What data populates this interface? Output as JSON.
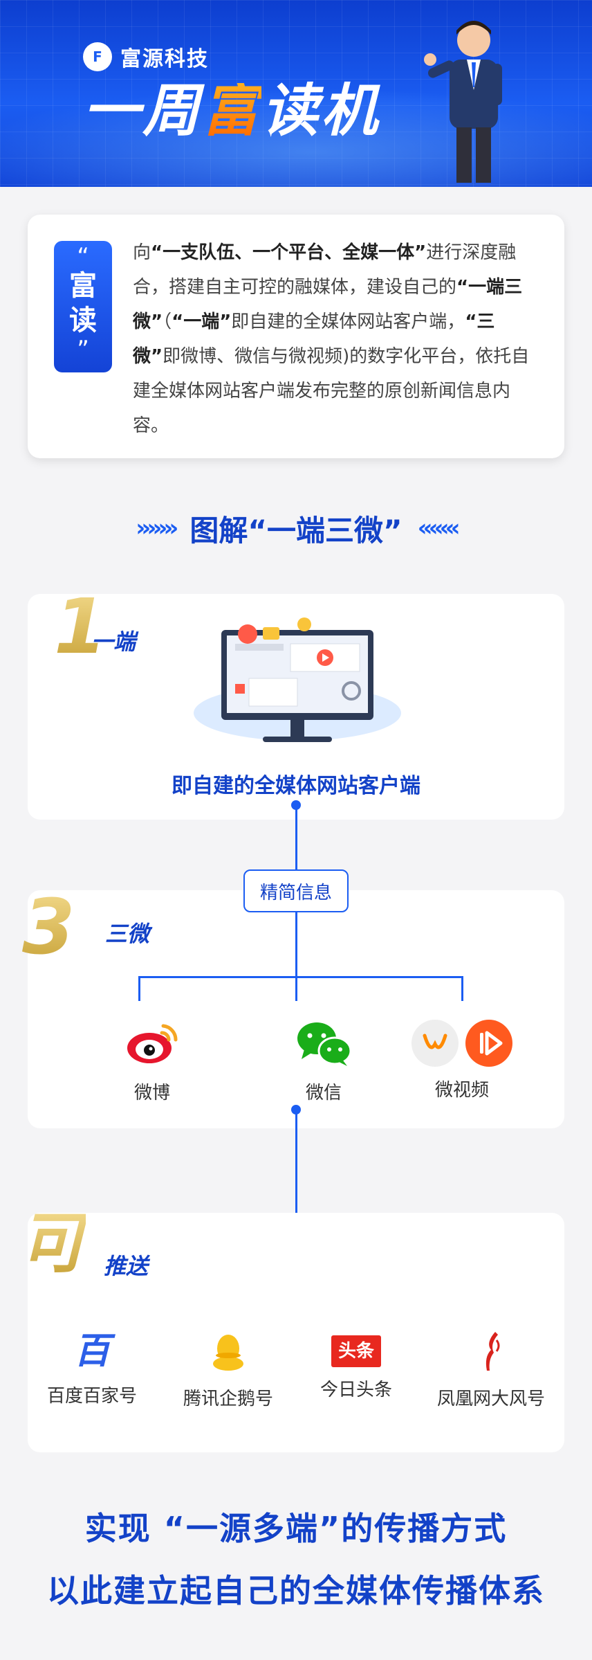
{
  "header": {
    "brand_name": "富源科技",
    "brand_logo": "F",
    "title_part1": "一周",
    "title_accent": "富",
    "title_part2": "读机"
  },
  "intro": {
    "badge_quote_open": "“",
    "badge_word1": "富",
    "badge_word2": "读",
    "badge_quote_close": "”",
    "seg1": "向",
    "bold1": "“一支队伍、一个平台、全媒一体”",
    "seg2": "进行深度融合，搭建自主可控的融媒体，建设自己的",
    "bold2": "“一端三微”",
    "seg3": "（",
    "bold3": "“一端”",
    "seg4": "即自建的全媒体网站客户端，",
    "bold4": "“三微”",
    "seg5": "即微博、微信与微视频)的数字化平台，依托自建全媒体网站客户端发布完整的原创新闻信息内容。"
  },
  "section": {
    "arrows_left": "›››››››",
    "title": "图解“一端三微”",
    "arrows_right": "‹‹‹‹‹‹‹"
  },
  "card1": {
    "num": "1",
    "label": "一端",
    "caption": "即自建的全媒体网站客户端"
  },
  "connector": {
    "pill": "精简信息"
  },
  "card2": {
    "num": "3",
    "label": "三微",
    "items": [
      {
        "label": "微博",
        "icon": "weibo-icon"
      },
      {
        "label": "微信",
        "icon": "wechat-icon"
      },
      {
        "label": "微视频",
        "icon": "weishi-icon"
      }
    ]
  },
  "card3": {
    "num": "可",
    "label": "推送",
    "items": [
      {
        "label": "百度百家号",
        "icon": "baijiahao-icon",
        "glyph": "百"
      },
      {
        "label": "腾讯企鹅号",
        "icon": "penguin-icon"
      },
      {
        "label": "今日头条",
        "icon": "toutiao-icon",
        "glyph": "头条"
      },
      {
        "label": "凤凰网大风号",
        "icon": "phoenix-icon"
      }
    ]
  },
  "footer": {
    "line1": "实现 “一源多端”的传播方式",
    "line2": "以此建立起自己的全媒体传播体系"
  },
  "colors": {
    "primary": "#1b5df2",
    "dark_blue": "#1342c8",
    "gold": "#c9a43a"
  }
}
